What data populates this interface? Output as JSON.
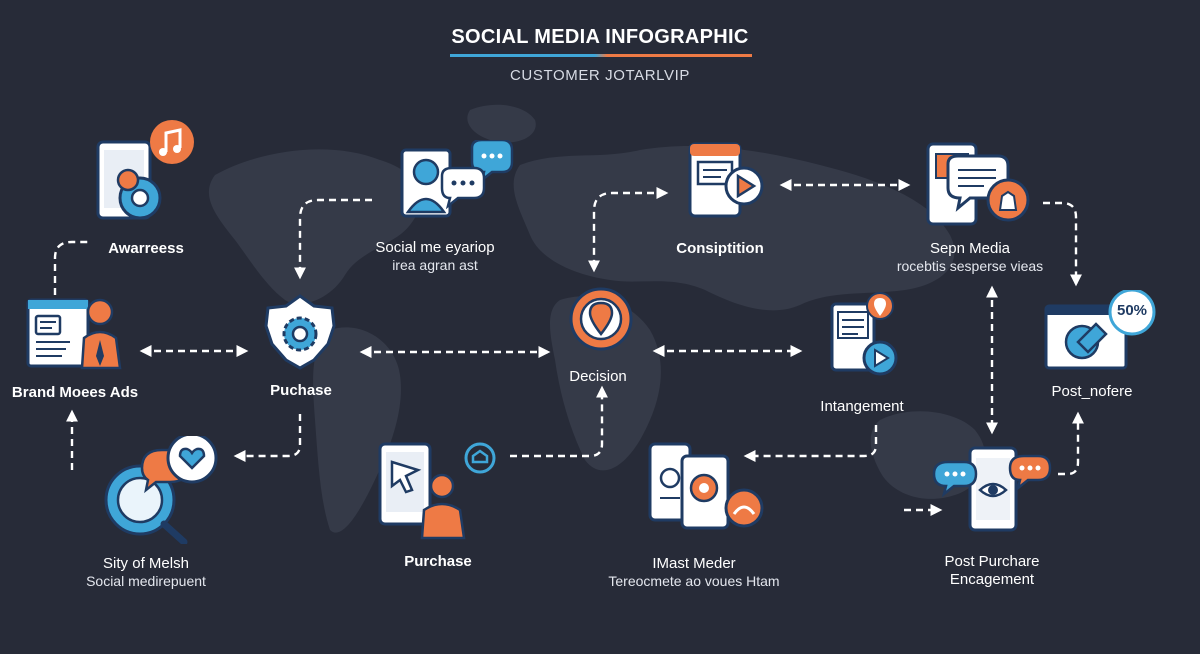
{
  "header": {
    "title": "SOCIAL MEDIA INFOGRAPHIC",
    "subtitle": "CUSTOMER JOTARLVIP"
  },
  "colors": {
    "background": "#272b38",
    "map": "#3a3f4d",
    "icon_white": "#ffffff",
    "accent_blue": "#3fa6d8",
    "accent_orange": "#ee7a45",
    "navy": "#1f3b63",
    "arrow": "#ffffff"
  },
  "nodes": {
    "awareness": {
      "label": "Awarreess",
      "icon": "tablet-gear-music-icon"
    },
    "brand_ads": {
      "label": "Brand Moees Ads",
      "icon": "browser-person-icon"
    },
    "story_listening": {
      "line1": "Sity of Melsh",
      "line2": "Social medirepuent",
      "icon": "search-chat-heart-icon"
    },
    "purchase_center": {
      "label": "Puchase",
      "icon": "gear-badge-icon"
    },
    "social_groups": {
      "line1": "Social me eyariop",
      "line2": "irea agran ast",
      "icon": "profile-chat-icon"
    },
    "purchase_bottom": {
      "label": "Purchase",
      "icon": "tablet-cursor-person-icon"
    },
    "decision": {
      "label": "Decision",
      "icon": "location-pin-circle-icon"
    },
    "consideration": {
      "label": "Consiptition",
      "icon": "tablet-video-icon"
    },
    "mixed_media": {
      "line1": "IMast Meder",
      "line2": "Tereocmete ao voues Htam",
      "icon": "phones-chat-icon"
    },
    "engagement": {
      "label": "Intangement",
      "icon": "document-play-pin-icon"
    },
    "social_reviews": {
      "line1": "Sepn Media",
      "line2": "rocebtis sesperse vieas",
      "icon": "tablet-chat-badge-icon"
    },
    "post_performance": {
      "label": "Post_nofere",
      "badge": "50%",
      "icon": "browser-tag-percent-icon"
    },
    "post_purchase": {
      "line1": "Post Purchare",
      "line2": "Encagement",
      "icon": "phone-chat-eye-icon"
    }
  }
}
